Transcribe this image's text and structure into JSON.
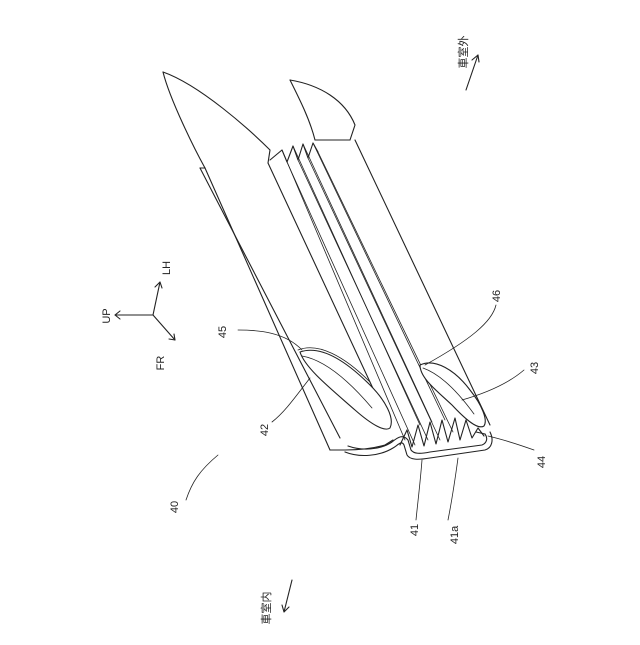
{
  "labels": {
    "outside": "車室外",
    "inside": "車室内",
    "up": "UP",
    "lh": "LH",
    "fr": "FR",
    "ref_40": "40",
    "ref_41": "41",
    "ref_41a": "41a",
    "ref_42": "42",
    "ref_43": "43",
    "ref_44": "44",
    "ref_45": "45",
    "ref_46": "46"
  },
  "colors": {
    "line": "#222222",
    "background": "#ffffff"
  }
}
